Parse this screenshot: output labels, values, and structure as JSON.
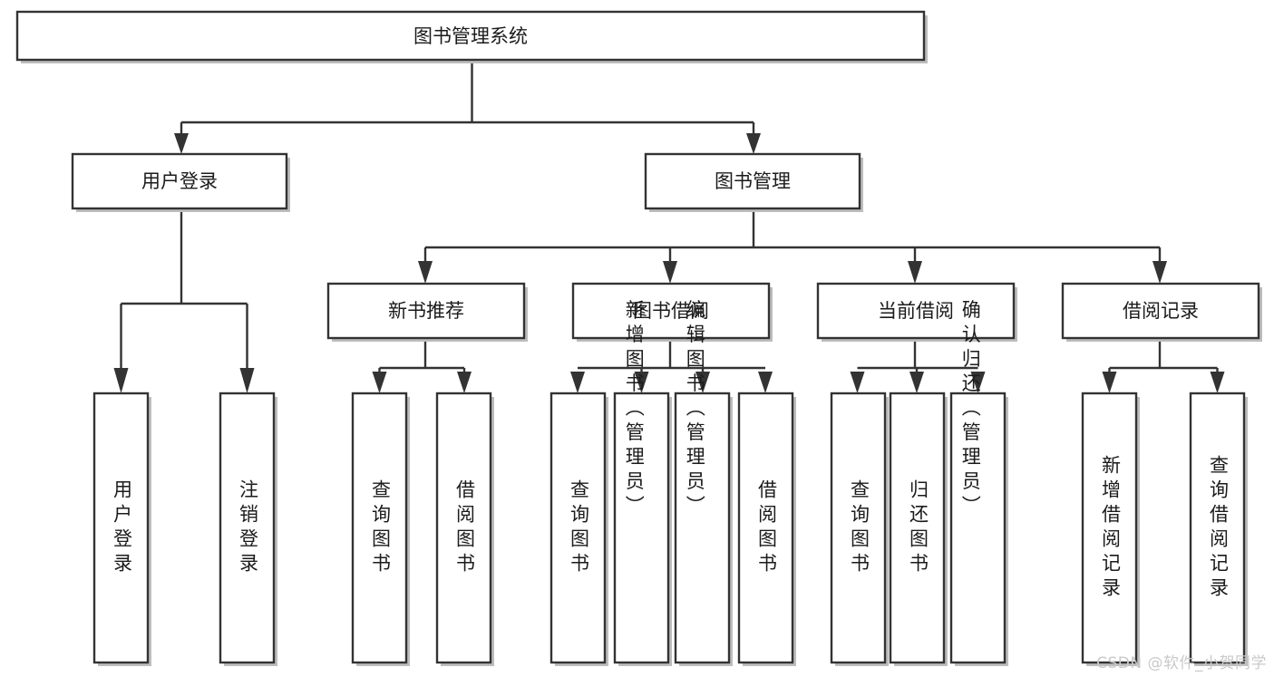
{
  "diagram": {
    "kind": "function-structure-tree",
    "title": "图书管理系统",
    "colors": {
      "box_stroke": "#333333",
      "box_fill": "#ffffff",
      "text": "#1b1b1b",
      "shadow": "#bdbdbd",
      "watermark": "#c9c9c9",
      "background": "#ffffff"
    },
    "watermark": "CSDN @软件_小贺同学",
    "root": {
      "id": "root",
      "label": "图书管理系统",
      "orientation": "horizontal"
    },
    "level2": [
      {
        "id": "user-login",
        "label": "用户登录",
        "orientation": "horizontal"
      },
      {
        "id": "book-manage",
        "label": "图书管理",
        "orientation": "horizontal"
      }
    ],
    "level3": [
      {
        "id": "new-book-recommend",
        "label": "新书推荐",
        "orientation": "horizontal",
        "parent": "book-manage"
      },
      {
        "id": "book-borrow",
        "label": "图书借阅",
        "orientation": "horizontal",
        "parent": "book-manage"
      },
      {
        "id": "current-borrow",
        "label": "当前借阅",
        "orientation": "horizontal",
        "parent": "book-manage"
      },
      {
        "id": "borrow-record",
        "label": "借阅记录",
        "orientation": "horizontal",
        "parent": "book-manage"
      }
    ],
    "leaves": [
      {
        "id": "leaf-user-login",
        "label": "用户登录",
        "orientation": "vertical",
        "parent": "user-login"
      },
      {
        "id": "leaf-logout",
        "label": "注销登录",
        "orientation": "vertical",
        "parent": "user-login"
      },
      {
        "id": "leaf-query-book-a",
        "label": "查询图书",
        "orientation": "vertical",
        "parent": "new-book-recommend"
      },
      {
        "id": "leaf-borrow-book-a",
        "label": "借阅图书",
        "orientation": "vertical",
        "parent": "new-book-recommend"
      },
      {
        "id": "leaf-query-book-b",
        "label": "查询图书",
        "orientation": "vertical",
        "parent": "book-borrow"
      },
      {
        "id": "leaf-add-book-admin",
        "label": "新增图书（管理员）",
        "orientation": "vertical",
        "parent": "book-borrow"
      },
      {
        "id": "leaf-edit-book-admin",
        "label": "编辑图书（管理员）",
        "orientation": "vertical",
        "parent": "book-borrow"
      },
      {
        "id": "leaf-borrow-book-b",
        "label": "借阅图书",
        "orientation": "vertical",
        "parent": "book-borrow"
      },
      {
        "id": "leaf-query-book-c",
        "label": "查询图书",
        "orientation": "vertical",
        "parent": "current-borrow"
      },
      {
        "id": "leaf-return-book",
        "label": "归还图书",
        "orientation": "vertical",
        "parent": "current-borrow"
      },
      {
        "id": "leaf-confirm-return-admin",
        "label": "确认归还（管理员）",
        "orientation": "vertical",
        "parent": "current-borrow"
      },
      {
        "id": "leaf-add-borrow-record",
        "label": "新增借阅记录",
        "orientation": "vertical",
        "parent": "borrow-record"
      },
      {
        "id": "leaf-query-borrow-record",
        "label": "查询借阅记录",
        "orientation": "vertical",
        "parent": "borrow-record"
      }
    ]
  }
}
